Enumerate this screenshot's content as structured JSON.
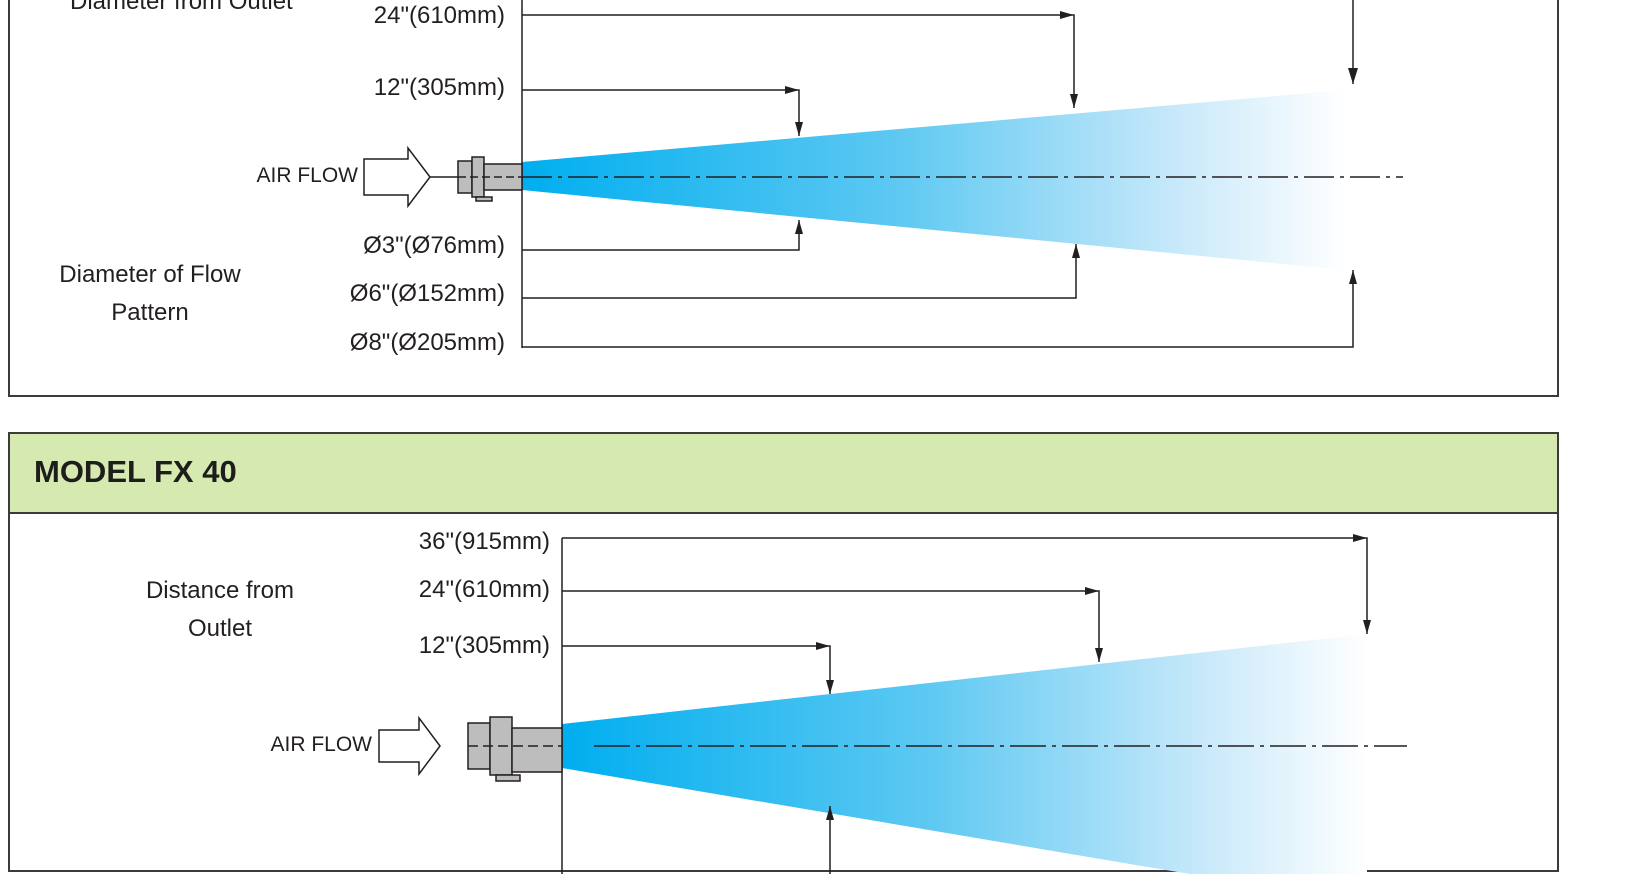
{
  "colors": {
    "flow_start": "#00aeef",
    "flow_end": "#ffffff",
    "header_band": "#d6e9b1",
    "outline": "#3b3b3b",
    "nozzle_fill": "#bdbdbd"
  },
  "panels": [
    {
      "id": "previous-model",
      "title": "",
      "distance_group_label": "Diameter from Outlet",
      "diameter_group_label": "Diameter of Flow Pattern",
      "airflow_label": "AIR FLOW",
      "distances": [
        {
          "label": "24\"(610mm)",
          "inches": 24,
          "mm": 610
        },
        {
          "label": "12\"(305mm)",
          "inches": 12,
          "mm": 305
        }
      ],
      "diameters": [
        {
          "label": "Ø3\"(Ø76mm)",
          "inches": 3,
          "mm": 76
        },
        {
          "label": "Ø6\"(Ø152mm)",
          "inches": 6,
          "mm": 152
        },
        {
          "label": "Ø8\"(Ø205mm)",
          "inches": 8,
          "mm": 205
        }
      ]
    },
    {
      "id": "model-fx-40",
      "title": "MODEL FX 40",
      "distance_group_label": "Distance from Outlet",
      "airflow_label": "AIR FLOW",
      "distances": [
        {
          "label": "36\"(915mm)",
          "inches": 36,
          "mm": 915
        },
        {
          "label": "24\"(610mm)",
          "inches": 24,
          "mm": 610
        },
        {
          "label": "12\"(305mm)",
          "inches": 12,
          "mm": 305
        }
      ]
    }
  ]
}
